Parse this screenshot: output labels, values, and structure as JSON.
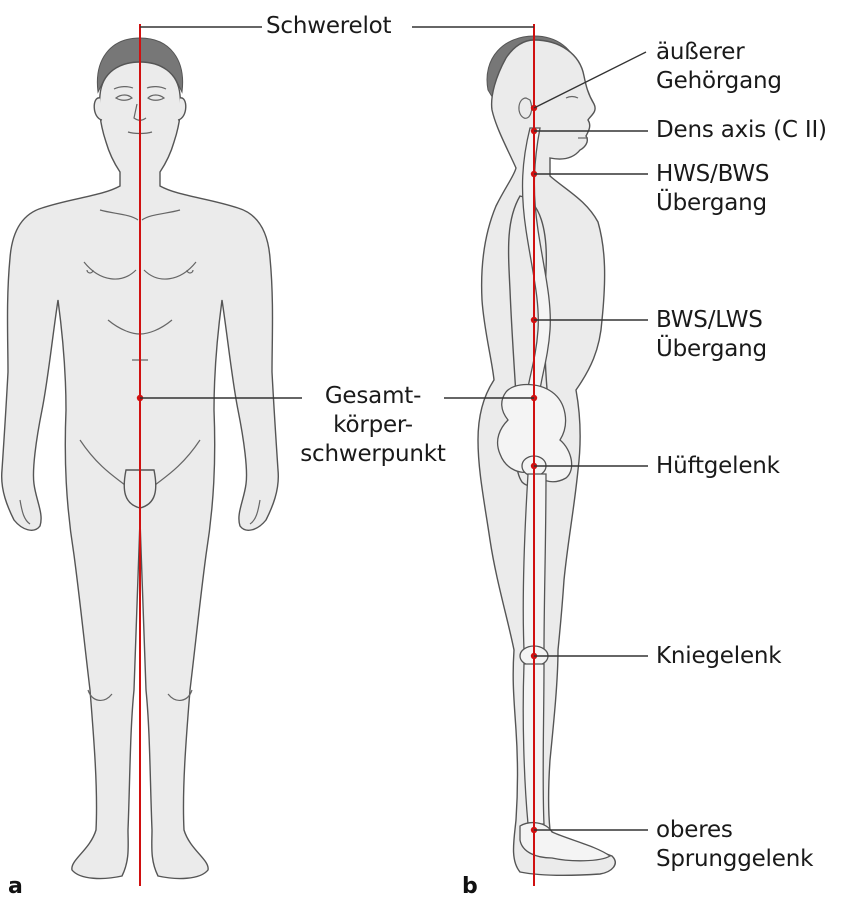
{
  "colors": {
    "plumb_line": "#d01010",
    "body_fill": "#ebebeb",
    "outline": "#555555",
    "text": "#1a1a1a"
  },
  "panel_a": {
    "letter": "a"
  },
  "panel_b": {
    "letter": "b"
  },
  "labels": {
    "plumb_line": "Schwerelot",
    "center_of_gravity": [
      "Gesamt-",
      "körper-",
      "schwerpunkt"
    ],
    "ear_canal": [
      "äußerer",
      "Gehörgang"
    ],
    "dens_axis": "Dens axis (C II)",
    "cervical_thoracic": [
      "HWS/BWS",
      "Übergang"
    ],
    "thoracic_lumbar": [
      "BWS/LWS",
      "Übergang"
    ],
    "hip_joint": "Hüftgelenk",
    "knee_joint": "Kniegelenk",
    "ankle_joint": [
      "oberes",
      "Sprunggelenk"
    ]
  }
}
